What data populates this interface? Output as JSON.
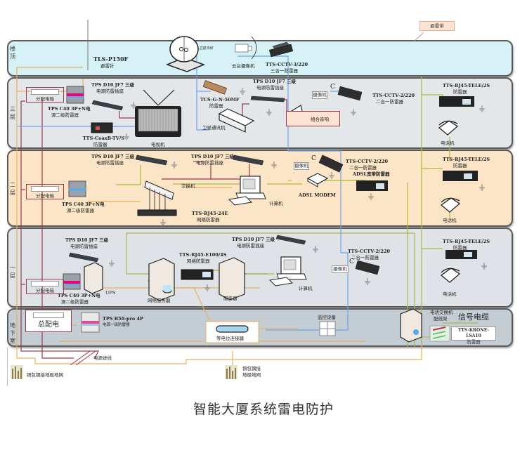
{
  "title": "智能大厦系统雷电防护",
  "lightning_belt_label": "避雷带",
  "colors": {
    "roof_fill": "#d6f2f6",
    "floor3_fill": "#e4e7ea",
    "floor2_fill": "#fbe5c6",
    "floor1_fill": "#dfe3e7",
    "basement_fill": "#c4ccd4",
    "power_line": "#9b3a4e",
    "ground_line": "#e9b15e",
    "signal_line": "#6ea3e6",
    "network_line": "#a9bb3c"
  },
  "floors": [
    {
      "id": "roof",
      "label": "楼顶"
    },
    {
      "id": "floor3",
      "label": "三层"
    },
    {
      "id": "floor2",
      "label": "二层"
    },
    {
      "id": "floor1",
      "label": "一层"
    },
    {
      "id": "basement",
      "label": "地下室"
    }
  ],
  "roof": {
    "lightning_rod_model": "TLS-P150F",
    "lightning_rod_label": "避雷针",
    "satellite_label": "卫星天线",
    "ptz_camera_label": "云台摄像机",
    "cctv_model": "TTS-CCTV-3/220",
    "cctv_label": "三合一防雷器"
  },
  "floor3": {
    "panel_label": "分配电箱",
    "spd2_model": "TPS C40 3P+N电",
    "spd2_label": "源二级防雷器",
    "socket_model": "TPS D10 JF7 三级",
    "socket_label": "电源防雷插座",
    "coax_model": "TTS-CoaxB-TV/S",
    "coax_label": "防雷器",
    "tv_label": "电视机",
    "tcs_model": "TCS-G-N-50MF",
    "tcs_label": "防雷器",
    "sat_comm_label": "卫星通讯机",
    "socket2_model": "TPS D10 JF7 三级",
    "socket2_label": "电源防雷插座",
    "audio_label": "组合音响",
    "camera_label": "摄像机",
    "camera_c": "C",
    "cctv_model": "TTS-CCTV-2/220",
    "cctv_label": "二合一防雷器",
    "tele_model": "TTS-RJ45-TELE/2S",
    "tele_label": "防雷器",
    "phone_label": "电话机"
  },
  "floor2": {
    "panel_label": "分配电箱",
    "spd2_model": "TPS C40 3P+N电",
    "spd2_label": "源二级防雷器",
    "socket1_model": "TPS D10 JF7 三级",
    "socket1_label": "电源防雷插座",
    "socket2_model": "TPS D10 JF7 三级",
    "socket2_label": "电源防雷插座",
    "switch_label": "交换机",
    "rj45_model": "TTS-RJ45-24E",
    "rj45_label": "网络防雷器",
    "computer_label": "计算机",
    "camera_label": "摄像机",
    "camera_c": "C",
    "modem_label": "ADSL MODEM",
    "cctv_model": "TTS-CCTV-2/220",
    "cctv_label": "二合一防雷器",
    "adsl_spd_label": "ADSL宽带防雷器",
    "tele_model": "TTS-RJ45-TELE/2S",
    "tele_label": "防雷器",
    "phone_label": "电话机"
  },
  "floor1": {
    "panel_label": "分配电箱",
    "spd2_model": "TPS C40 3P+N电",
    "spd2_label": "源二级防雷器",
    "socket1_model": "TPS D10 JF7 三级",
    "socket1_label": "电源防雷插座",
    "ups_label": "UPS",
    "net_server_label": "网络服务器",
    "rj45_model": "TTS-RJ45-E100/4S",
    "rj45_label": "网络防雷器",
    "server_label": "服务器",
    "socket2_model": "TPS D10 JF7 三级",
    "socket2_label": "电源防雷插座",
    "computer_label": "计算机",
    "camera_label": "摄像机",
    "camera_c": "C",
    "cctv_model": "TTS-CCTV-2/220",
    "cctv_label": "二合一防雷器",
    "tele_model": "TTS-RJ45-TELE/2S",
    "tele_label": "防雷器",
    "phone_label": "电话机"
  },
  "basement": {
    "main_panel_label": "总配电",
    "spd1_model": "TPS B50-pro 4P",
    "spd1_label": "电源一级防雷器",
    "bonding_label": "等电位连接器",
    "monitor_label": "监控设备",
    "pbx_label1": "电话交换机",
    "pbx_label2": "配线架",
    "signal_cable_label": "信号电缆",
    "krone_model": "TTS-KRONE-LSA10",
    "krone_label": "防雷器"
  },
  "outside": {
    "power_in_label": "电源进线",
    "ground_grid_left": "铜包钢接地极地网",
    "ground_grid_right1": "铜包钢接",
    "ground_grid_right2": "地极地网"
  }
}
